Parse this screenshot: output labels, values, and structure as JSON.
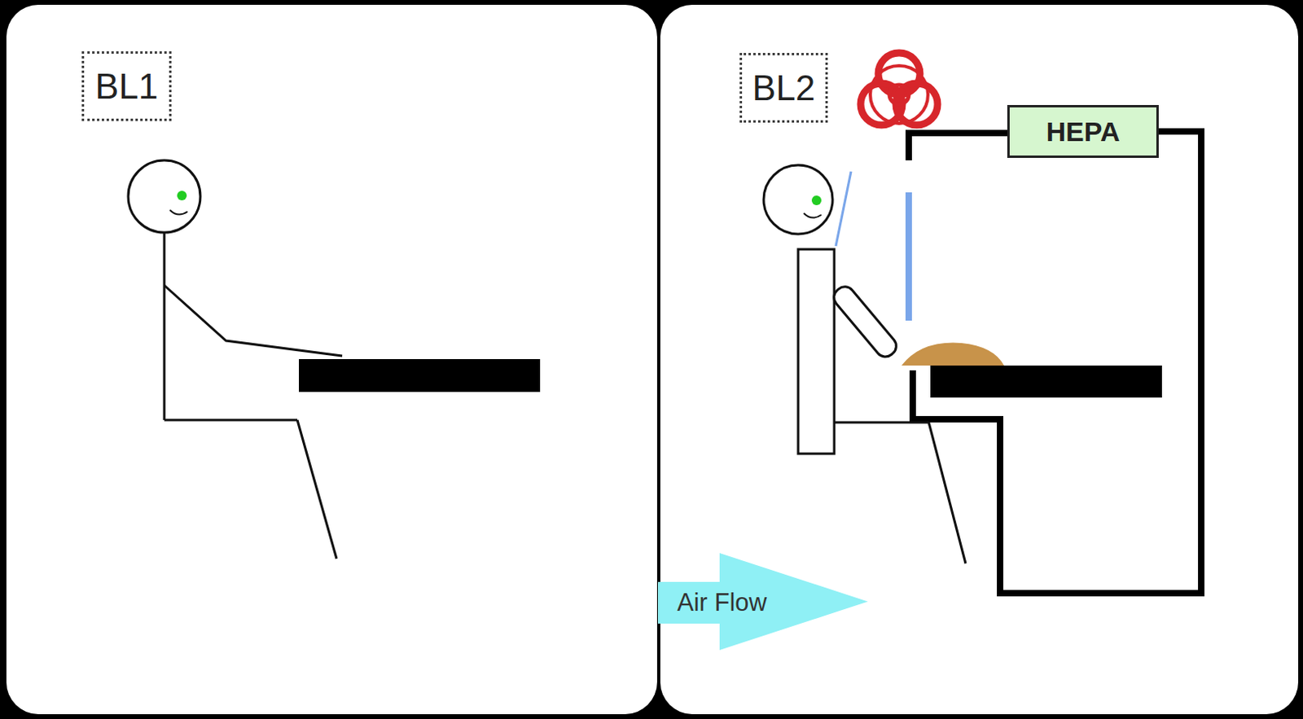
{
  "diagram": {
    "nodes": [
      {
        "text": [
          "BL1"
        ]
      },
      {
        "text": [
          "BL2"
        ]
      },
      {
        "text": [
          "HEPA"
        ]
      },
      {
        "text": [
          "Air Flow"
        ]
      }
    ]
  }
}
